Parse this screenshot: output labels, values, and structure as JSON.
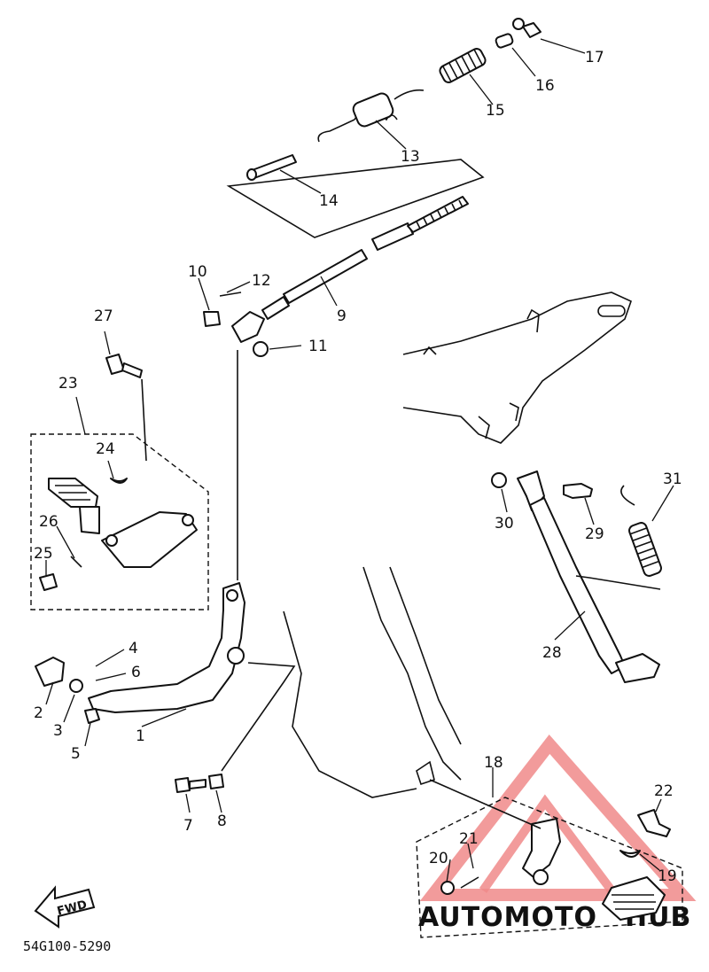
{
  "diagram_code": "54G100-5290",
  "fwd_label": "FWD",
  "watermark": {
    "text_a": "AUTOMOTO",
    "text_b": "HUB",
    "color_a": "#f6b23a",
    "color_b": "#9a9a9a",
    "triangle_color": "#f08a8a"
  },
  "callouts": [
    "1",
    "2",
    "3",
    "4",
    "5",
    "6",
    "7",
    "8",
    "9",
    "10",
    "11",
    "12",
    "13",
    "14",
    "15",
    "16",
    "17",
    "18",
    "19",
    "20",
    "21",
    "22",
    "23",
    "24",
    "25",
    "26",
    "27",
    "28",
    "29",
    "30",
    "31"
  ]
}
